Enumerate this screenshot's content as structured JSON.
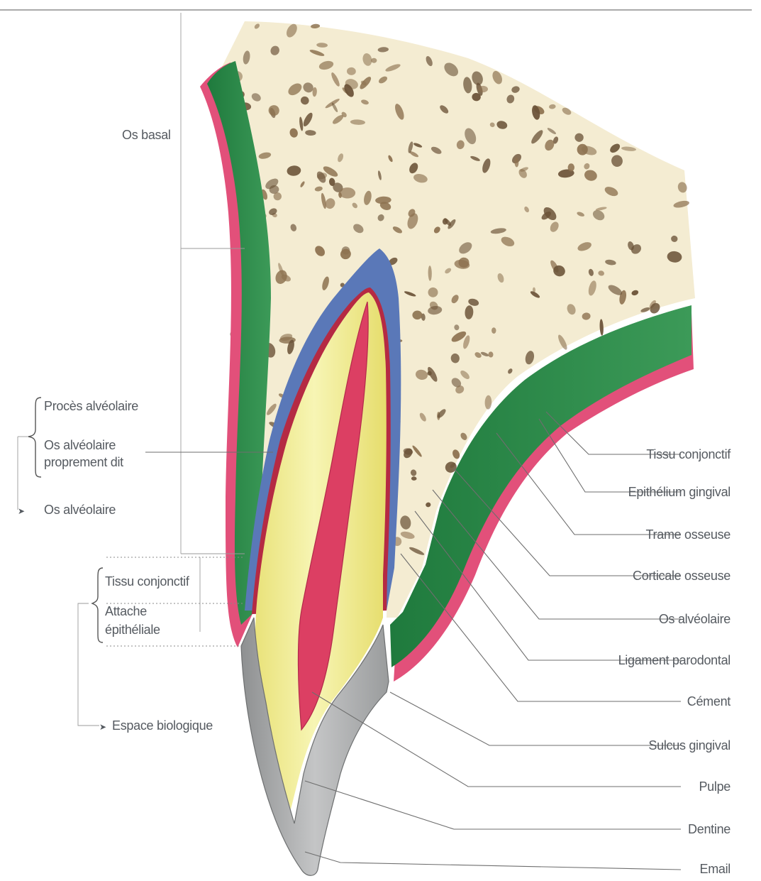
{
  "labels_right": [
    "Tissu conjonctif",
    "Epithélium gingival",
    "Trame osseuse",
    "Corticale osseuse",
    "Os alvéolaire",
    "Ligament parodontal",
    "Cément",
    "Sulcus gingival",
    "Pulpe",
    "Dentine",
    "Email"
  ],
  "labels_left": {
    "os_basal": "Os basal",
    "proces_alveolaire": "Procès alvéolaire",
    "os_alveolaire_line1": "Os alvéolaire",
    "os_alveolaire_line2": "proprement dit",
    "os_alveolaire": "Os alvéolaire",
    "tissu_conjonctif": "Tissu conjonctif",
    "attache_line1": "Attache",
    "attache_line2": "épithéliale",
    "espace_biologique": "Espace biologique"
  },
  "colors": {
    "bone": "#f4ecd2",
    "bone_spots": "#6b5338",
    "gingiva_green": "#2e8a4a",
    "epithelium_pink": "#e2507a",
    "ligament_blue": "#5a78b8",
    "dentine_yellow": "#f1ee8a",
    "pulp_red": "#dc3f63",
    "enamel_grey": "#a9abac"
  }
}
